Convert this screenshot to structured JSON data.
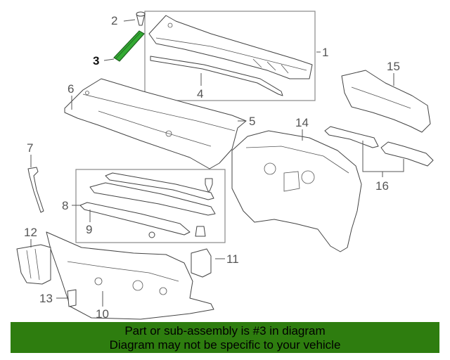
{
  "callouts": [
    {
      "id": "1",
      "label": "1"
    },
    {
      "id": "2",
      "label": "2"
    },
    {
      "id": "3",
      "label": "3"
    },
    {
      "id": "4",
      "label": "4"
    },
    {
      "id": "5",
      "label": "5"
    },
    {
      "id": "6",
      "label": "6"
    },
    {
      "id": "7",
      "label": "7"
    },
    {
      "id": "8",
      "label": "8"
    },
    {
      "id": "9",
      "label": "9"
    },
    {
      "id": "10",
      "label": "10"
    },
    {
      "id": "11",
      "label": "11"
    },
    {
      "id": "12",
      "label": "12"
    },
    {
      "id": "13",
      "label": "13"
    },
    {
      "id": "14",
      "label": "14"
    },
    {
      "id": "15",
      "label": "15"
    },
    {
      "id": "16",
      "label": "16"
    }
  ],
  "highlighted_part": "3",
  "banner": {
    "line1": "Part or sub-assembly is #3 in diagram",
    "line2": "Diagram may not be specific to your vehicle"
  },
  "colors": {
    "banner_bg": "#2e7d0f",
    "highlight_part": "#33aa33",
    "linework": "#444444",
    "callout_text": "#555555"
  }
}
